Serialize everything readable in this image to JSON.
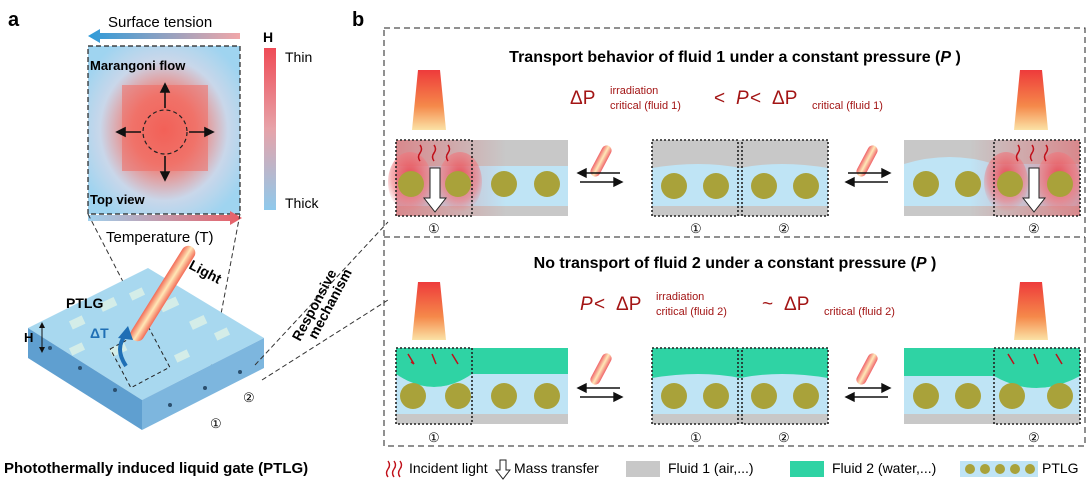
{
  "panel_a": {
    "label": "a",
    "surface_tension": "Surface tension",
    "marangoni": "Marangoni flow",
    "top_view": "Top view",
    "temperature": "Temperature (T)",
    "colorbar_title": "H",
    "thin": "Thin",
    "thick": "Thick",
    "ptlg": "PTLG",
    "light": "Light",
    "delta_t": "ΔT",
    "h": "H",
    "responsive": "Responsive",
    "mechanism": "mechanism",
    "pore1": "①",
    "pore2": "②"
  },
  "panel_b": {
    "label": "b",
    "top_title": "Transport behavior of fluid 1 under a constant pressure (",
    "top_title_p": "P",
    "top_title_end": " )",
    "bottom_title": "No transport of fluid 2 under a constant pressure (",
    "bottom_title_p": "P",
    "bottom_title_end": " )",
    "eq1": {
      "delta": "ΔP",
      "sup": "irradiation",
      "sub": "critical (fluid 1)",
      "lt1": " < ",
      "p": "P",
      "lt2": " < ",
      "delta2": "ΔP",
      "sub2": "critical (fluid 1)"
    },
    "eq2": {
      "p": "P",
      "lt": " < ",
      "delta": "ΔP",
      "sup": "irradiation",
      "sub": "critical (fluid 2)",
      "sim": " ~ ",
      "delta2": "ΔP",
      "sub2": "critical (fluid 2)"
    },
    "pore1": "①",
    "pore2": "②"
  },
  "legend": {
    "ptlg_full": "Photothermally induced liquid gate (PTLG)",
    "incident": "Incident light",
    "mass": "Mass transfer",
    "fluid1": "Fluid 1 (air,...)",
    "fluid2": "Fluid 2 (water,...)",
    "ptlg": "PTLG"
  },
  "colors": {
    "fluid1": "#c8c8c8",
    "fluid2": "#2fd3a4",
    "liquid": "#bfe4f5",
    "particle": "#a9a23a",
    "heat": "#e9474f",
    "equation": "#a31515"
  }
}
